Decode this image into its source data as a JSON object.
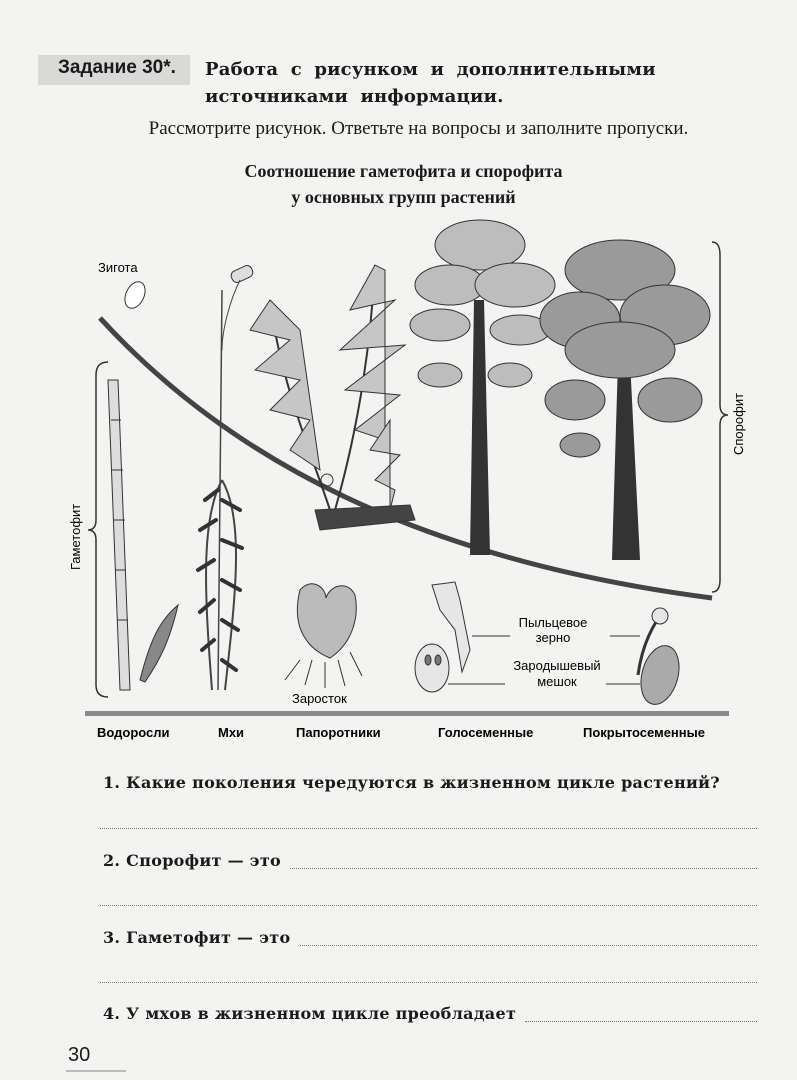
{
  "task": {
    "label": "Задание 30*.",
    "title": "Работа с рисунком и дополнительными источниками информации.",
    "instruction": "Рассмотрите рисунок. Ответьте на вопросы и заполните пропуски."
  },
  "figure": {
    "title_line1": "Соотношение гаметофита и спорофита",
    "title_line2": "у основных групп растений",
    "labels": {
      "zygote": "Зигота",
      "gametophyte": "Гаметофит",
      "sporophyte": "Спорофит",
      "prothallus": "Заросток",
      "pollen_line1": "Пыльцевое",
      "pollen_line2": "зерно",
      "embryo_line1": "Зародышевый",
      "embryo_line2": "мешок"
    },
    "groups": [
      "Водоросли",
      "Мхи",
      "Папоротники",
      "Голосеменные",
      "Покрытосеменные"
    ]
  },
  "questions": [
    {
      "text": "1. Какие поколения чередуются в жизненном цикле растений?"
    },
    {
      "text": "2. Спорофит — это"
    },
    {
      "text": "3. Гаметофит — это"
    },
    {
      "text": "4. У мхов в жизненном цикле преобладает"
    }
  ],
  "page_number": "30"
}
